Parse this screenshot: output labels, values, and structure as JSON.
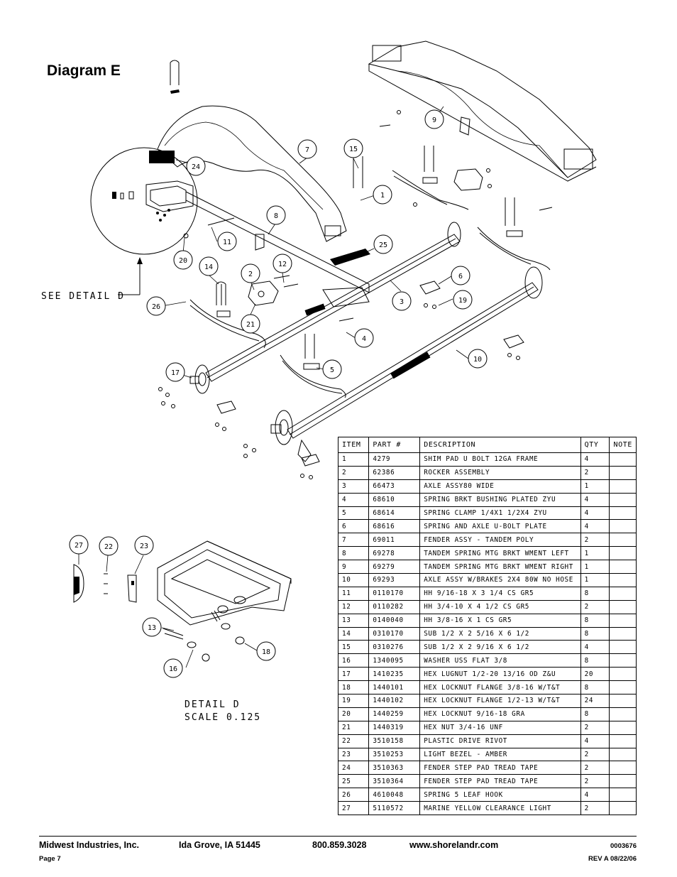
{
  "title": "Diagram E",
  "see_detail": "SEE DETAIL  D",
  "detail_caption": {
    "line1": "DETAIL  D",
    "line2": "SCALE  0.125"
  },
  "callouts": [
    "1",
    "2",
    "3",
    "4",
    "5",
    "6",
    "7",
    "8",
    "9",
    "10",
    "11",
    "12",
    "13",
    "14",
    "15",
    "16",
    "17",
    "18",
    "19",
    "20",
    "21",
    "22",
    "23",
    "24",
    "25",
    "26",
    "27"
  ],
  "table": {
    "headers": [
      "ITEM",
      "PART #",
      "DESCRIPTION",
      "QTY",
      "NOTE"
    ],
    "rows": [
      [
        "1",
        "4279",
        "SHIM PAD   U BOLT 12GA FRAME",
        "4",
        ""
      ],
      [
        "2",
        "62386",
        "ROCKER ASSEMBLY",
        "2",
        ""
      ],
      [
        "3",
        "66473",
        "AXLE ASSY80 WIDE",
        "1",
        ""
      ],
      [
        "4",
        "68610",
        "SPRING BRKT BUSHING PLATED ZYU",
        "4",
        ""
      ],
      [
        "5",
        "68614",
        "SPRING CLAMP   1/4X1 1/2X4  ZYU",
        "4",
        ""
      ],
      [
        "6",
        "68616",
        "SPRING AND AXLE U-BOLT PLATE",
        "4",
        ""
      ],
      [
        "7",
        "69011",
        "FENDER ASSY - TANDEM POLY",
        "2",
        ""
      ],
      [
        "8",
        "69278",
        "TANDEM SPRING MTG BRKT WMENT LEFT",
        "1",
        ""
      ],
      [
        "9",
        "69279",
        "TANDEM SPRING MTG BRKT WMENT RIGHT",
        "1",
        ""
      ],
      [
        "10",
        "69293",
        "AXLE ASSY W/BRAKES 2X4 80W NO HOSE",
        "1",
        ""
      ],
      [
        "11",
        "0110170",
        "HH 9/16-18 X 3 1/4 CS GR5",
        "8",
        ""
      ],
      [
        "12",
        "0110282",
        "HH 3/4-10 X 4 1/2 CS GR5",
        "2",
        ""
      ],
      [
        "13",
        "0140040",
        "HH 3/8-16 X 1 CS GR5",
        "8",
        ""
      ],
      [
        "14",
        "0310170",
        "SUB 1/2 X 2 5/16 X 6 1/2",
        "8",
        ""
      ],
      [
        "15",
        "0310276",
        "SUB 1/2 X 2 9/16 X 6 1/2",
        "4",
        ""
      ],
      [
        "16",
        "1340095",
        "WASHER USS FLAT 3/8",
        "8",
        ""
      ],
      [
        "17",
        "1410235",
        "HEX LUGNUT 1/2-20 13/16 OD Z&U",
        "20",
        ""
      ],
      [
        "18",
        "1440101",
        "HEX LOCKNUT FLANGE 3/8-16 W/T&T",
        "8",
        ""
      ],
      [
        "19",
        "1440102",
        "HEX LOCKNUT FLANGE 1/2-13 W/T&T",
        "24",
        ""
      ],
      [
        "20",
        "1440259",
        "HEX LOCKNUT 9/16-18 GRA",
        "8",
        ""
      ],
      [
        "21",
        "1440319",
        "HEX NUT 3/4-16 UNF",
        "2",
        ""
      ],
      [
        "22",
        "3510158",
        "PLASTIC DRIVE RIVOT",
        "4",
        ""
      ],
      [
        "23",
        "3510253",
        "LIGHT BEZEL - AMBER",
        "2",
        ""
      ],
      [
        "24",
        "3510363",
        "FENDER STEP PAD TREAD TAPE",
        "2",
        ""
      ],
      [
        "25",
        "3510364",
        "FENDER STEP PAD TREAD TAPE",
        "2",
        ""
      ],
      [
        "26",
        "4610048",
        "SPRING  5 LEAF HOOK",
        "4",
        ""
      ],
      [
        "27",
        "5110572",
        "MARINE YELLOW CLEARANCE LIGHT",
        "2",
        ""
      ]
    ]
  },
  "footer": {
    "company": "Midwest Industries, Inc.",
    "city": "Ida Grove, IA  51445",
    "phone": "800.859.3028",
    "web": "www.shorelandr.com",
    "page": "Page 7",
    "doc_number": "0003676",
    "revision": "REV A  08/22/06"
  }
}
